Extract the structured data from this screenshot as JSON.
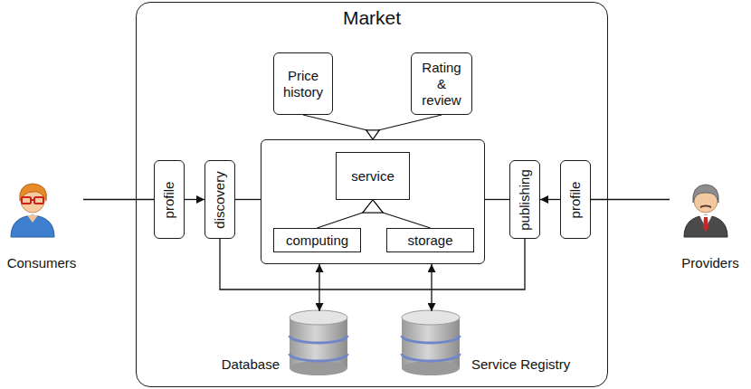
{
  "diagram": {
    "nodes": [
      {
        "text": [
          "Consumers"
        ]
      },
      {
        "text": [
          "Market"
        ]
      },
      {
        "text": [
          "Price history"
        ],
        "in": 1
      },
      {
        "text": [
          "Rating & review"
        ],
        "in": 1
      },
      {
        "text": [
          "profile"
        ],
        "in": 1
      },
      {
        "text": [
          "discovery"
        ],
        "in": 1
      },
      {
        "text": [],
        "in": 1
      },
      {
        "text": [
          "service"
        ],
        "in": 6
      },
      {
        "text": [
          "computing"
        ],
        "in": 6
      },
      {
        "text": [
          "storage"
        ],
        "in": 6
      },
      {
        "text": [
          "publishing"
        ],
        "in": 1
      },
      {
        "text": [
          "profile"
        ],
        "in": 1
      },
      {
        "text": [
          "Database"
        ],
        "in": 1
      },
      {
        "text": [
          "Service Registry"
        ],
        "in": 1
      },
      {
        "text": [
          "Providers"
        ]
      }
    ],
    "edges": [
      {
        "from": 0,
        "to": 4,
        "arrow": "none"
      },
      {
        "from": 4,
        "to": 5,
        "arrow": "to"
      },
      {
        "from": 5,
        "to": 6,
        "arrow": "none"
      },
      {
        "from": 2,
        "to": 6,
        "arrow": "to"
      },
      {
        "from": 3,
        "to": 6,
        "arrow": "to"
      },
      {
        "from": 8,
        "to": 7,
        "arrow": "to"
      },
      {
        "from": 9,
        "to": 7,
        "arrow": "to"
      },
      {
        "from": 10,
        "to": 6,
        "arrow": "none"
      },
      {
        "from": 11,
        "to": 10,
        "arrow": "to"
      },
      {
        "from": 14,
        "to": 11,
        "arrow": "none"
      },
      {
        "from": 5,
        "to": 10,
        "arrow": "none"
      },
      {
        "from": 6,
        "to": 12,
        "arrow": "both"
      },
      {
        "from": 6,
        "to": 13,
        "arrow": "both"
      }
    ]
  }
}
